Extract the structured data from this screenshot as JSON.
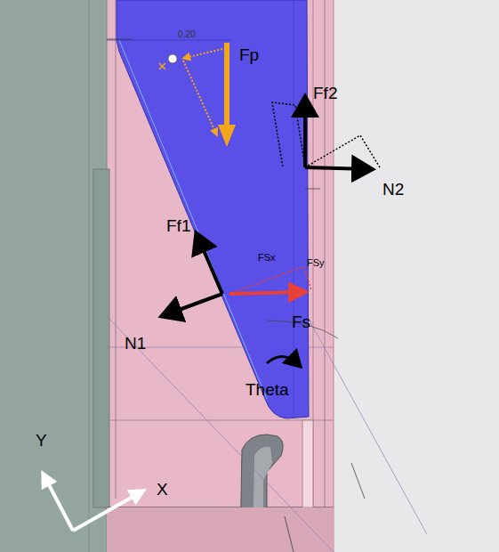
{
  "diagram": {
    "labels": [
      "0.20",
      "Fp",
      "Ff2",
      "N2",
      "Ff1",
      "N1",
      "FSx",
      "FSy",
      "Fs",
      "Theta",
      "Y",
      "X"
    ]
  }
}
